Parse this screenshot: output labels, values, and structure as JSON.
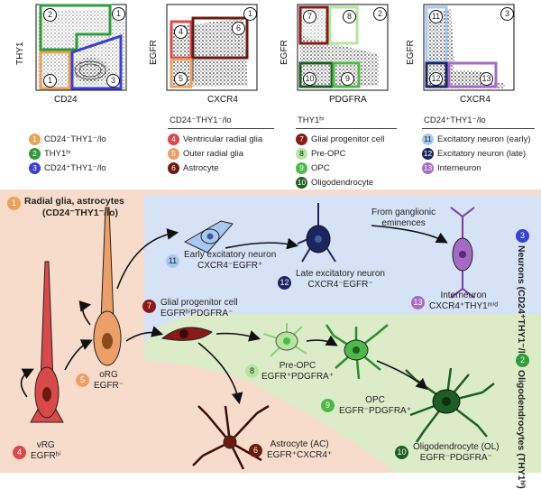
{
  "plots": [
    {
      "corner": "1",
      "xlabel": "CD24",
      "ylabel": "THY1",
      "gate_labels": [
        "2",
        "1",
        "3"
      ]
    },
    {
      "corner": "1",
      "xlabel": "CXCR4",
      "ylabel": "EGFR",
      "gate_labels": [
        "4",
        "6",
        "5"
      ]
    },
    {
      "corner": "2",
      "xlabel": "PDGFRA",
      "ylabel": "EGFR",
      "gate_labels": [
        "7",
        "8",
        "10",
        "9"
      ]
    },
    {
      "corner": "3",
      "xlabel": "CXCR4",
      "ylabel": "EGFR",
      "gate_labels": [
        "11",
        "12",
        "13"
      ]
    }
  ],
  "legend": {
    "col1": [
      {
        "num": "1",
        "text": "CD24⁻THY1⁻/lo",
        "color": "#e8a25a"
      },
      {
        "num": "2",
        "text": "THY1ʰⁱ",
        "color": "#2e9b3c"
      },
      {
        "num": "3",
        "text": "CD24⁺THY1⁻/lo",
        "color": "#3a3fd0"
      }
    ],
    "col2_head": "CD24⁻THY1⁻/lo",
    "col2": [
      {
        "num": "4",
        "text": "Ventricular radial glia",
        "color": "#d84a4a"
      },
      {
        "num": "5",
        "text": "Outer radial glia",
        "color": "#eba06a"
      },
      {
        "num": "6",
        "text": "Astrocyte",
        "color": "#6b1a10"
      }
    ],
    "col3_head": "THY1ʰⁱ",
    "col3": [
      {
        "num": "7",
        "text": "Glial progenitor cell",
        "color": "#8a1a1a"
      },
      {
        "num": "8",
        "text": "Pre-OPC",
        "color": "#b4e6a0"
      },
      {
        "num": "9",
        "text": "OPC",
        "color": "#4fb848"
      },
      {
        "num": "10",
        "text": "Oligodendrocyte",
        "color": "#1d5e22"
      }
    ],
    "col4_head": "CD24⁺THY1⁻/lo",
    "col4": [
      {
        "num": "11",
        "text": "Excitatory neuron (early)",
        "color": "#a8c8f0"
      },
      {
        "num": "12",
        "text": "Excitatory neuron (late)",
        "color": "#1c2560"
      },
      {
        "num": "13",
        "text": "Interneuron",
        "color": "#a46bc4"
      }
    ]
  },
  "diagram": {
    "group1": {
      "num": "1",
      "line1": "Radial glia, astrocytes",
      "line2": "(CD24⁻THY1⁻/lo)"
    },
    "group3": {
      "num": "3",
      "line1": "Neurons",
      "line2": "(CD24⁺THY1⁻/lo)"
    },
    "group2": {
      "num": "2",
      "line1": "Oligodendrocytes",
      "line2": "(THY1ʰⁱ)"
    },
    "cells": {
      "vrg": {
        "num": "4",
        "l1": "vRG",
        "l2": "EGFRʰⁱ"
      },
      "org": {
        "num": "5",
        "l1": "oRG",
        "l2": "EGFR⁻"
      },
      "ac": {
        "num": "6",
        "l1": "Astrocyte (AC)",
        "l2": "EGFR⁺CXCR4⁺"
      },
      "gpc": {
        "num": "7",
        "l1": "Glial progenitor cell",
        "l2": "EGFRʰⁱPDGFRA⁻"
      },
      "preopc": {
        "num": "8",
        "l1": "Pre-OPC",
        "l2": "EGFR⁺PDGFRA⁺"
      },
      "opc": {
        "num": "9",
        "l1": "OPC",
        "l2": "EGFR⁻PDGFRA⁺"
      },
      "ol": {
        "num": "10",
        "l1": "Oligodendrocyte (OL)",
        "l2": "EGFR⁻PDGFRA⁻"
      },
      "early": {
        "num": "11",
        "l1": "Early excitatory neuron",
        "l2": "CXCR4⁻EGFR⁺"
      },
      "late": {
        "num": "12",
        "l1": "Late excitatory neuron",
        "l2": "CXCR4⁻EGFR⁻"
      },
      "inter": {
        "num": "13",
        "l1": "Interneuron",
        "l2": "CXCR4⁺THY1ᵐⁱᵈ"
      },
      "ganglionic": {
        "l1": "From ganglionic",
        "l2": "eminences"
      }
    }
  },
  "colors": {
    "peach_bg": "#f7dccb",
    "blue_bg": "#d6e2f5",
    "green_bg": "#dcecc9"
  }
}
